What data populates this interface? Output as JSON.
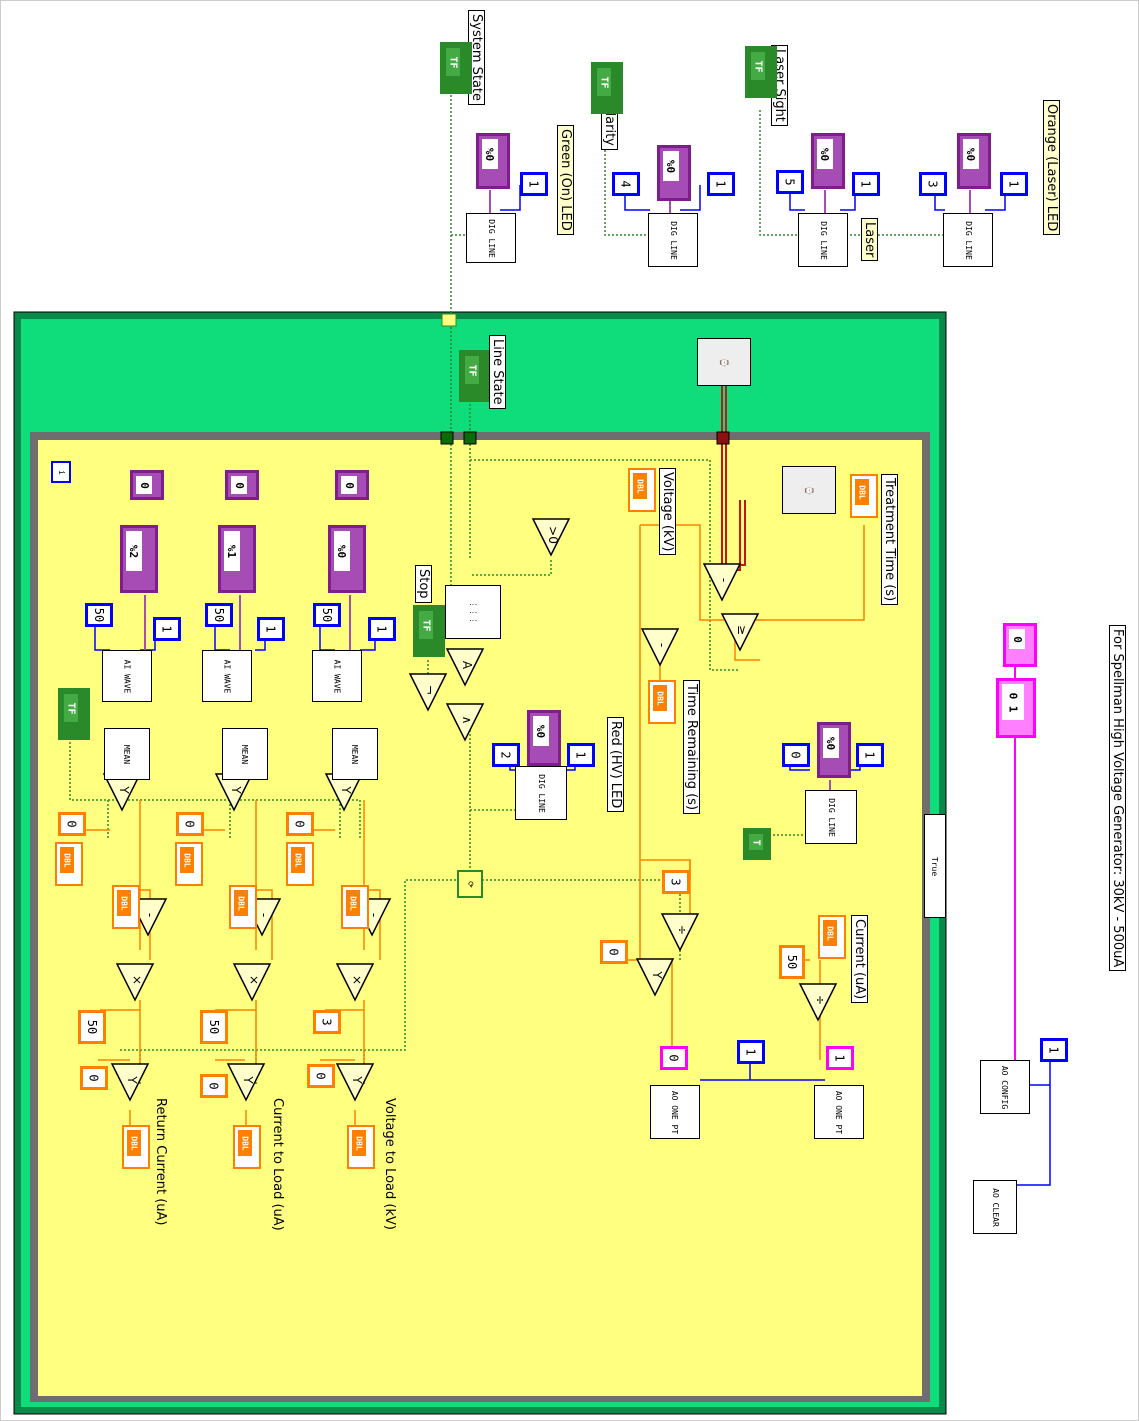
{
  "labels": {
    "system_state": "System State",
    "green_led": "Green (On) LED",
    "line_polarity": "Line Polarity",
    "laser_sight": "Laser Sight",
    "laser": "Laser",
    "orange_led": "Orange (Laser) LED",
    "line_state": "Line State",
    "voltage_kv": "Voltage (kV)",
    "treatment_time": "Treatment Time (s)",
    "time_remaining": "Time Remaining (s)",
    "stop": "Stop",
    "red_led": "Red (HV) LED",
    "current_ua": "Current (uA)",
    "return_current": "Return Current (uA)",
    "current_to_load": "Current to Load (uA)",
    "voltage_to_load": "Voltage to Load (kV)",
    "generator_title": "For Spellman High Voltage Generator: 30kV - 500uA",
    "case_selector": "True"
  },
  "constants": {
    "c1": "1",
    "c4": "4",
    "c5": "5",
    "c3": "3",
    "c2": "2",
    "c0": "0",
    "c50": "50",
    "ring0": "%0",
    "ring1": "%1",
    "ring2": "%2",
    "pk0": "0",
    "pk1": "1",
    "pk01": "0 1"
  },
  "nodes": {
    "dig_line": "DIG LINE",
    "ai_wave": "AI WAVE",
    "mean": "MEAN",
    "ao_one_pt": "AO ONE PT",
    "ao_config": "AO CONFIG",
    "ao_clear": "AO CLEAR",
    "tf": "TF",
    "dbl": "DBL"
  }
}
